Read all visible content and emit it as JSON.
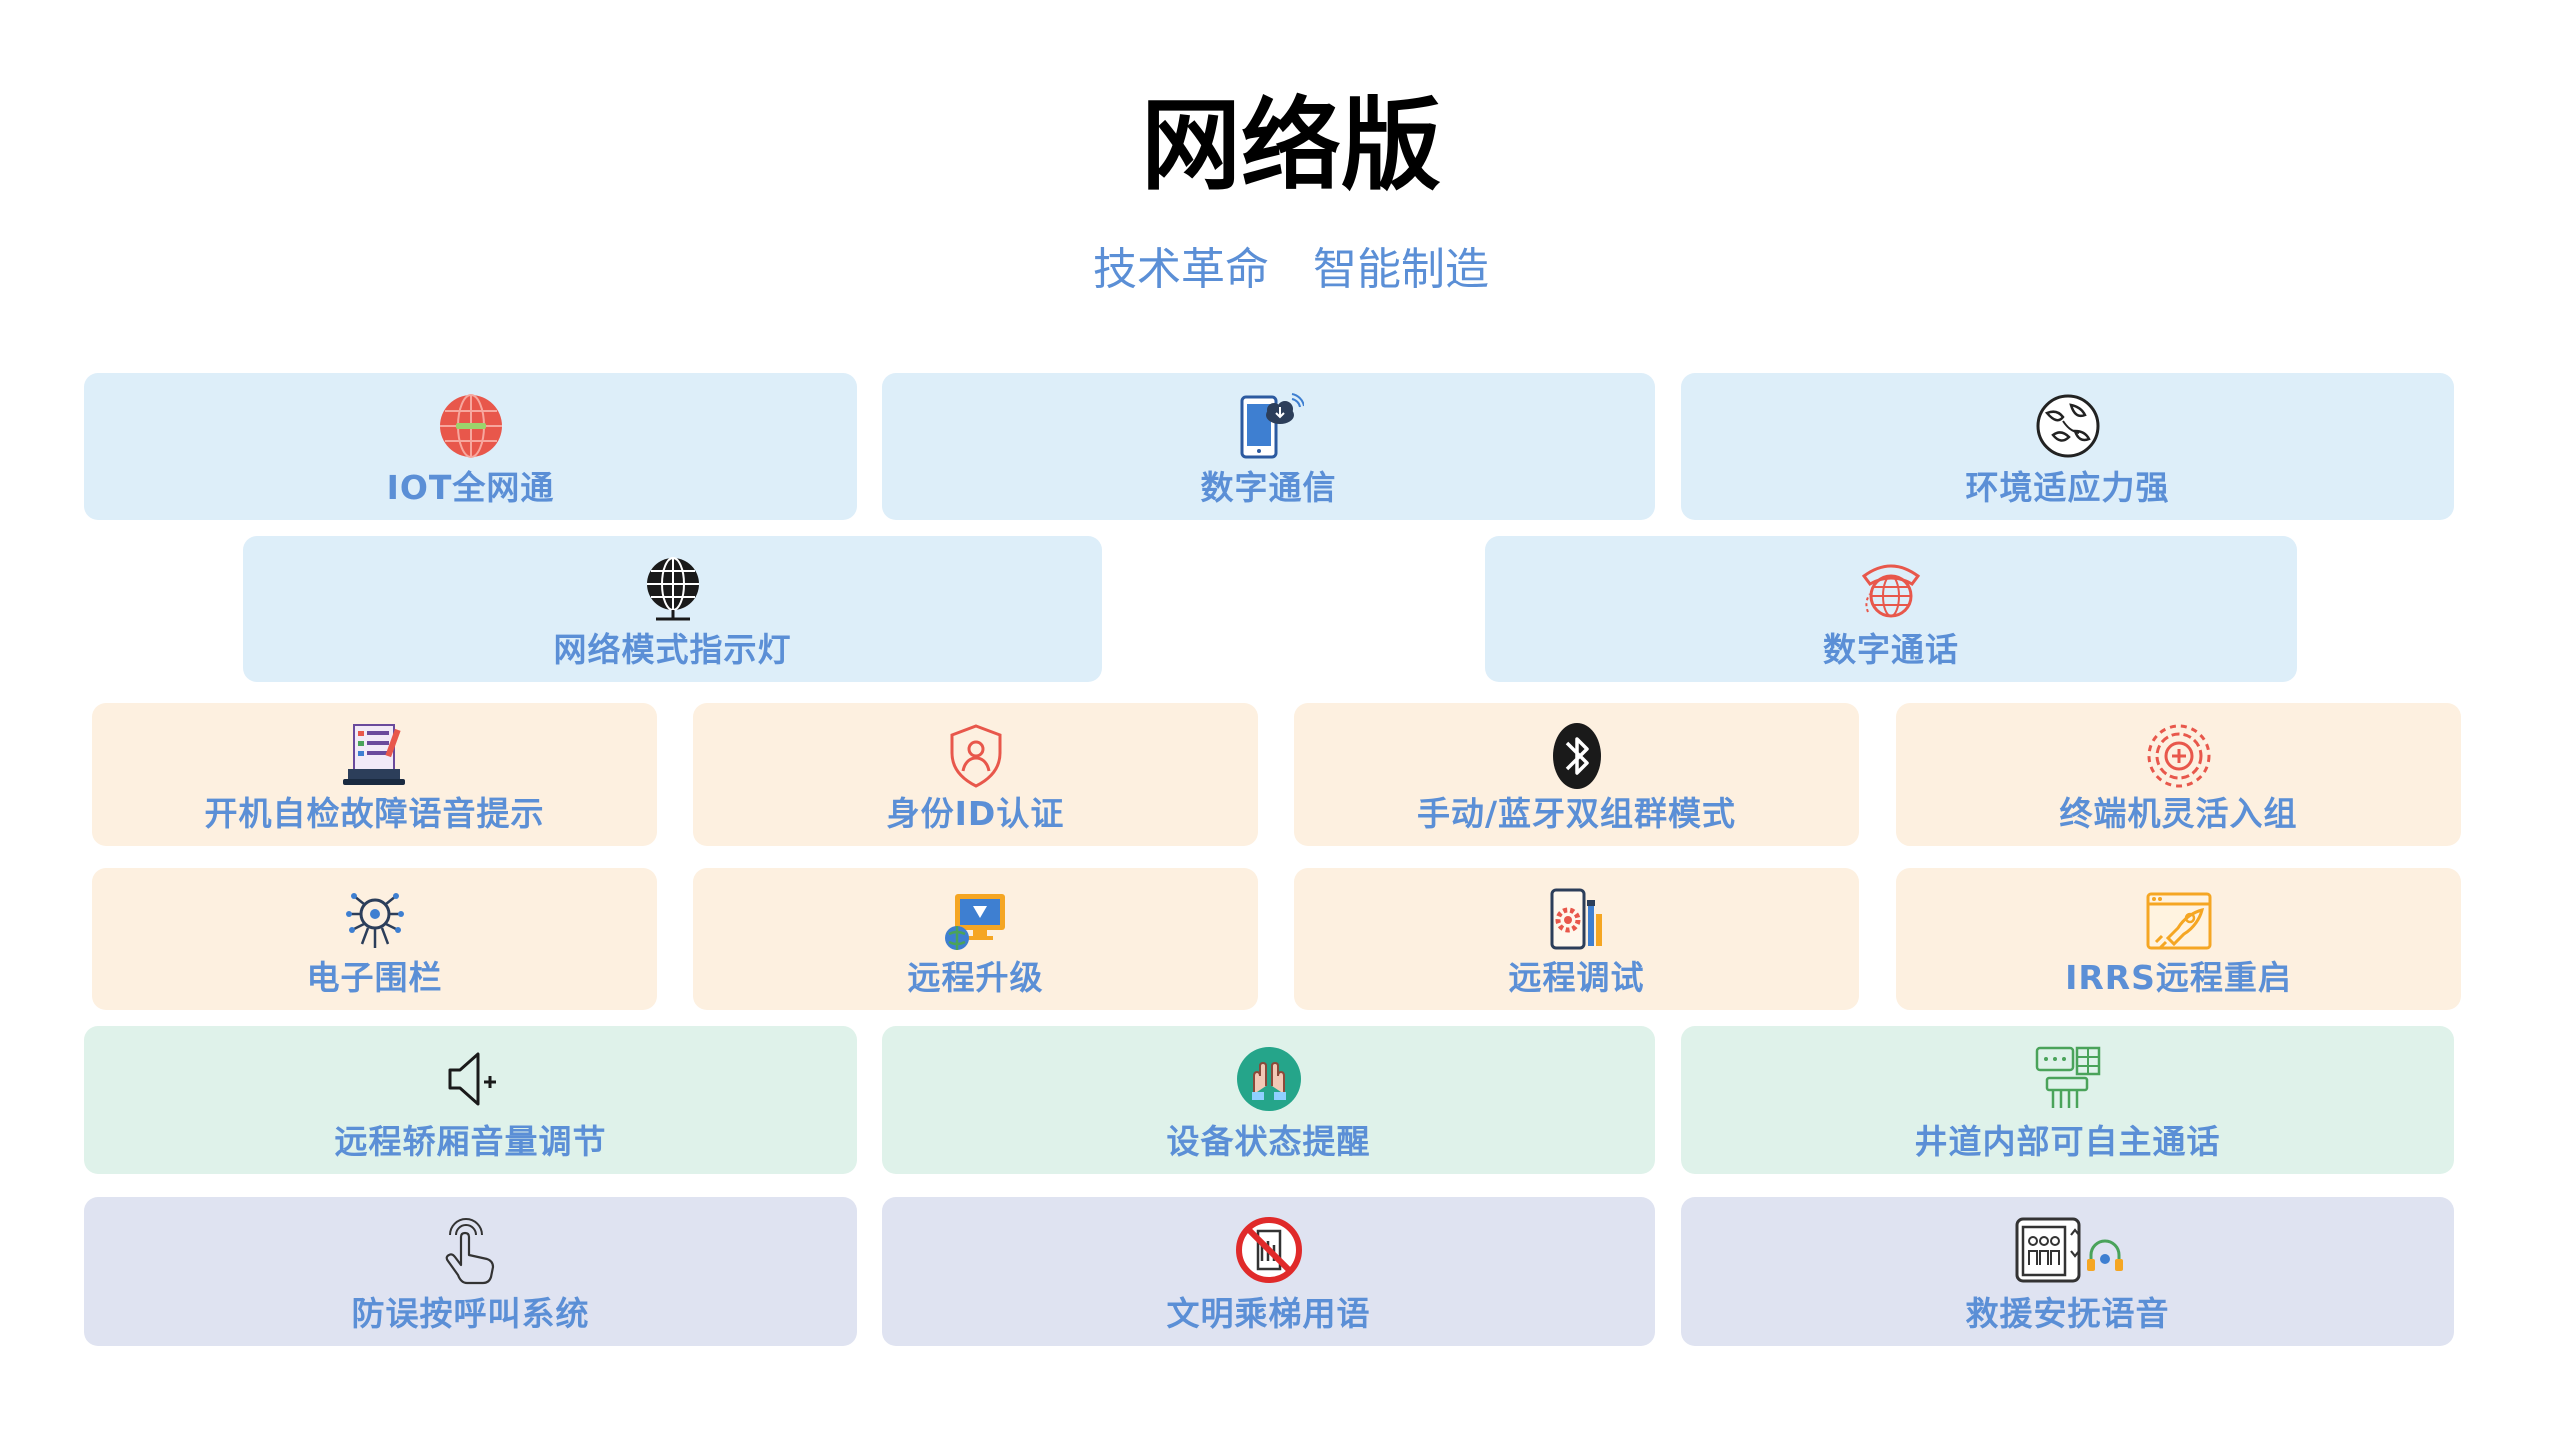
{
  "title": "网络版",
  "subtitle": "技术革命　智能制造",
  "colors": {
    "label": "#5b8fd6",
    "card_blue": "#ddeef9",
    "card_peach": "#fdf0e0",
    "card_green": "#dff2ea",
    "card_lavender": "#dfe3f1"
  },
  "features": [
    {
      "label": "IOT全网通",
      "icon": "globe-network-icon"
    },
    {
      "label": "数字通信",
      "icon": "phone-cloud-icon"
    },
    {
      "label": "环境适应力强",
      "icon": "earth-leaf-icon"
    },
    {
      "label": "网络模式指示灯",
      "icon": "network-globe-icon"
    },
    {
      "label": "数字通话",
      "icon": "telephone-globe-icon"
    },
    {
      "label": "开机自检故障语音提示",
      "icon": "laptop-checklist-icon"
    },
    {
      "label": "身份ID认证",
      "icon": "user-shield-icon"
    },
    {
      "label": "手动/蓝牙双组群模式",
      "icon": "bluetooth-icon"
    },
    {
      "label": "终端机灵活入组",
      "icon": "gear-plus-icon"
    },
    {
      "label": "电子围栏",
      "icon": "circuit-fence-icon"
    },
    {
      "label": "远程升级",
      "icon": "remote-upgrade-icon"
    },
    {
      "label": "远程调试",
      "icon": "remote-debug-icon"
    },
    {
      "label": "IRRS远程重启",
      "icon": "rocket-restart-icon"
    },
    {
      "label": "远程轿厢音量调节",
      "icon": "speaker-volume-icon"
    },
    {
      "label": "设备状态提醒",
      "icon": "hands-alert-icon"
    },
    {
      "label": "井道内部可自主通话",
      "icon": "intercom-panel-icon"
    },
    {
      "label": "防误按呼叫系统",
      "icon": "touch-hand-icon"
    },
    {
      "label": "文明乘梯用语",
      "icon": "no-sign-icon"
    },
    {
      "label": "救援安抚语音",
      "icon": "rescue-voice-icon"
    }
  ]
}
